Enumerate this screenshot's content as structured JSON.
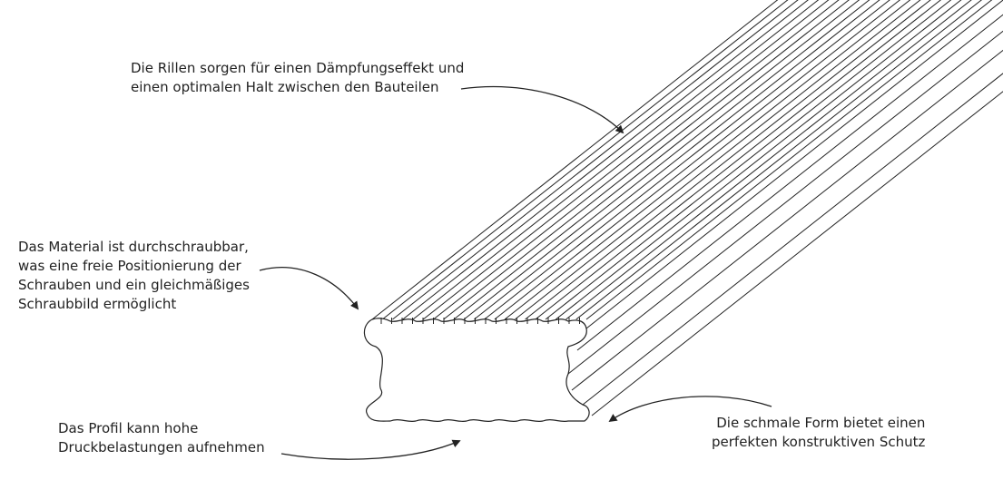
{
  "colors": {
    "background": "#ffffff",
    "line": "#222222",
    "text": "#222222"
  },
  "annotations": {
    "grooves": {
      "line1": "Die Rillen sorgen für einen Dämpfungseffekt und",
      "line2": "einen optimalen Halt zwischen den Bauteilen"
    },
    "material": {
      "line1": "Das Material ist durchschraubbar,",
      "line2": "was eine freie Positionierung der",
      "line3": "Schrauben und ein gleichmäßiges",
      "line4": "Schraubbild ermöglicht"
    },
    "profile": {
      "line1": "Das Profil kann hohe",
      "line2": "Druckbelastungen aufnehmen"
    },
    "shape": {
      "line1": "Die schmale Form bietet einen",
      "line2": "perfekten konstruktiven Schutz"
    }
  },
  "icons": {
    "arrow": "curved-arrow-icon",
    "board": "composite-deck-board-icon"
  }
}
